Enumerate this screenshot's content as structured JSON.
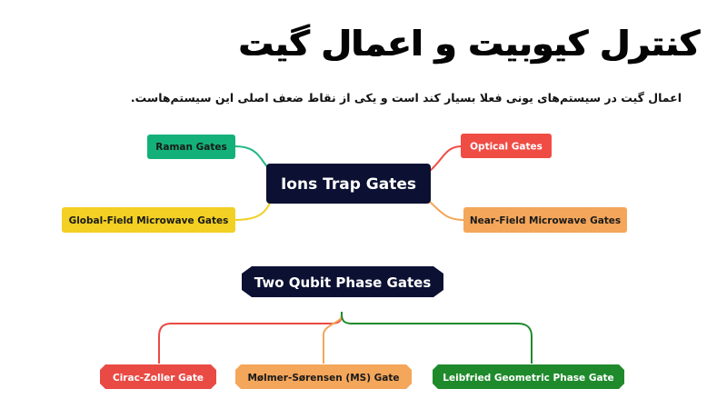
{
  "title": "کنترل کیوبیت و اعمال گیت",
  "subtitle": "اعمال گیت در سیستم‌های یونی فعلا بسیار کند است و یکی از نقاط ضعف اصلی این سیستم‌هاست.",
  "ions_map": {
    "center": {
      "label": "Ions Trap Gates",
      "fill": "#0c1133",
      "text_color": "#ffffff"
    },
    "branches": [
      {
        "label": "Raman Gates",
        "fill": "#14b07a",
        "text_color": "#1a1a1a",
        "line_color": "#20b884"
      },
      {
        "label": "Optical Gates",
        "fill": "#ef4c44",
        "text_color": "#ffffff",
        "line_color": "#ef4c44"
      },
      {
        "label": "Global-Field Microwave Gates",
        "fill": "#f2d024",
        "text_color": "#1a1a1a",
        "line_color": "#f2d024"
      },
      {
        "label": "Near-Field Microwave Gates",
        "fill": "#f4a65a",
        "text_color": "#1a1a1a",
        "line_color": "#f4a65a"
      }
    ]
  },
  "phase_map": {
    "root": {
      "label": "Two Qubit Phase Gates",
      "fill": "#0c1133",
      "text_color": "#ffffff"
    },
    "children": [
      {
        "label": "Cirac-Zoller Gate",
        "fill": "#ea4a44",
        "text_color": "#ffffff",
        "line_color": "#ea4a44"
      },
      {
        "label": "Mølmer-Sørensen (MS) Gate",
        "fill": "#f4a65a",
        "text_color": "#1a1a1a",
        "line_color": "#f4a65a"
      },
      {
        "label": "Leibfried Geometric Phase Gate",
        "fill": "#1f8a2c",
        "text_color": "#ffffff",
        "line_color": "#1f8a2c"
      }
    ]
  }
}
